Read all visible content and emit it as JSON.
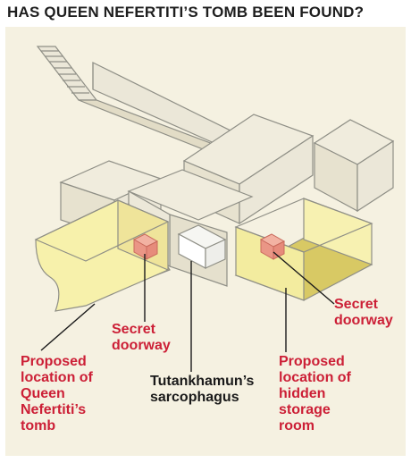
{
  "title": "HAS QUEEN NEFERTITI’S TOMB BEEN FOUND?",
  "colors": {
    "background_panel": "#f5f1e1",
    "chamber_line": "#8f8f86",
    "highlight_wall": "#f6f0a6",
    "highlight_floor": "#d7c865",
    "doorway": "#eb9989",
    "label_red": "#cc1f36",
    "label_dark": "#1a1a1a"
  },
  "labels": {
    "secret_doorway_left": "Secret\ndoorway",
    "secret_doorway_right": "Secret\ndoorway",
    "nefertiti_tomb": "Proposed\nlocation of\nQueen\nNefertiti’s\ntomb",
    "sarcophagus": "Tutankhamun’s\nsarcophagus",
    "storage_room": "Proposed\nlocation of\nhidden\nstorage\nroom"
  }
}
